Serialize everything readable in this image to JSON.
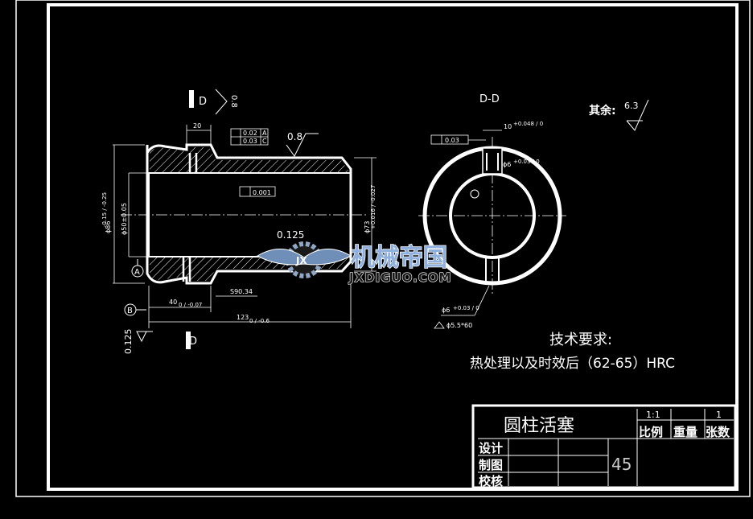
{
  "drawing": {
    "view_label": "D-D",
    "section_mark": "D",
    "surface_roughness": {
      "rest_label": "其余:",
      "rest_value": "6.3",
      "top_value": "0.8",
      "mid_value": "0.125",
      "side_value": "0.125",
      "left_symbol_value": "0.8"
    },
    "dimensions": {
      "groove_width": "20",
      "tol_perp": "0.02",
      "tol_perp_datum": "A",
      "tol_par": "0.03",
      "tol_par_datum": "C",
      "cyl": "0.001",
      "outer_dia": "ϕ86",
      "outer_dia_tol": "-0.15 / -0.25",
      "bore": "ϕ50",
      "bore_tol": "ϕ50±0.05",
      "right_dia": "ϕ73",
      "right_dia_tol": "+0.016 / -0.027",
      "bottom_step": "S90.34",
      "len_40": "40",
      "len_40_tol": "0 / -0.07",
      "len_123": "123",
      "len_123_tol": "0 / -0.6",
      "sym": "0.03",
      "slot": "10",
      "slot_tol": "+0.048 / 0",
      "hole_top": "ϕ6",
      "hole_top_tol": "+0.03 / 0",
      "hole_bottom": "ϕ6",
      "hole_bottom_tol": "+0.03 / 0",
      "hole_bottom_2": "ϕ5.5*60"
    },
    "datums": {
      "a": "A",
      "b": "B"
    }
  },
  "watermark": {
    "cn": "机械帝国",
    "en": "JXDIGUO.COM",
    "logo_text": "JX"
  },
  "notes": {
    "title": "技术要求:",
    "line": "热处理以及时效后（62-65）HRC"
  },
  "title_block": {
    "part_name": "圆柱活塞",
    "scale_value": "1:1",
    "sheet_value": "1",
    "scale_label": "比例",
    "weight_label": "重量",
    "sheets_label": "张数",
    "design_label": "设计",
    "draw_label": "制图",
    "check_label": "校核",
    "material": "45"
  }
}
